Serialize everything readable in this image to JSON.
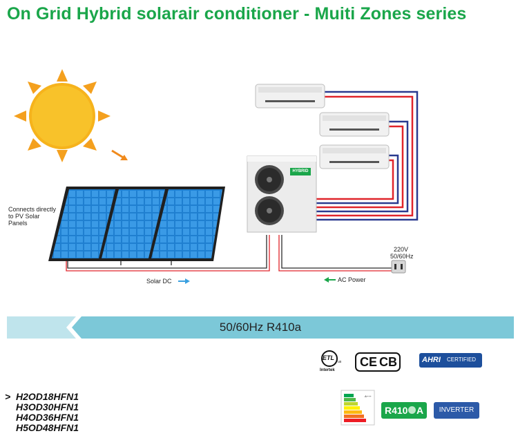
{
  "title": "On Grid Hybrid solarair conditioner - Muiti Zones series",
  "diagram": {
    "panel_note": [
      "Connects directly",
      "to PV Solar",
      "Panels"
    ],
    "solar_dc_label": "Solar DC",
    "ac_power_label": "AC Power",
    "grid_voltage": "220V",
    "grid_frequency": "50/60Hz",
    "outdoor_unit_brand": "HYBRID",
    "colors": {
      "red_line": "#e0242a",
      "blue_line": "#2a3a8f",
      "arrow_blue": "#3aa0e0",
      "arrow_green": "#1aa64a"
    }
  },
  "band": {
    "text": "50/60Hz R410a",
    "color": "#7cc8d8"
  },
  "certifications": {
    "etl_mark": "ETL",
    "etl_sub": "Intertek",
    "ce_mark": "CE",
    "cb_mark": "CB",
    "ahri_mark": "AHRI",
    "ahri_text": "CERTIFIED",
    "energy_top": "A+++",
    "r410a": "R410",
    "r410a_suffix": "A",
    "inverter": "INVERTER"
  },
  "models": {
    "marker": ">",
    "items": [
      "H2OD18HFN1",
      "H3OD30HFN1",
      "H4OD36HFN1",
      "H5OD48HFN1"
    ]
  }
}
